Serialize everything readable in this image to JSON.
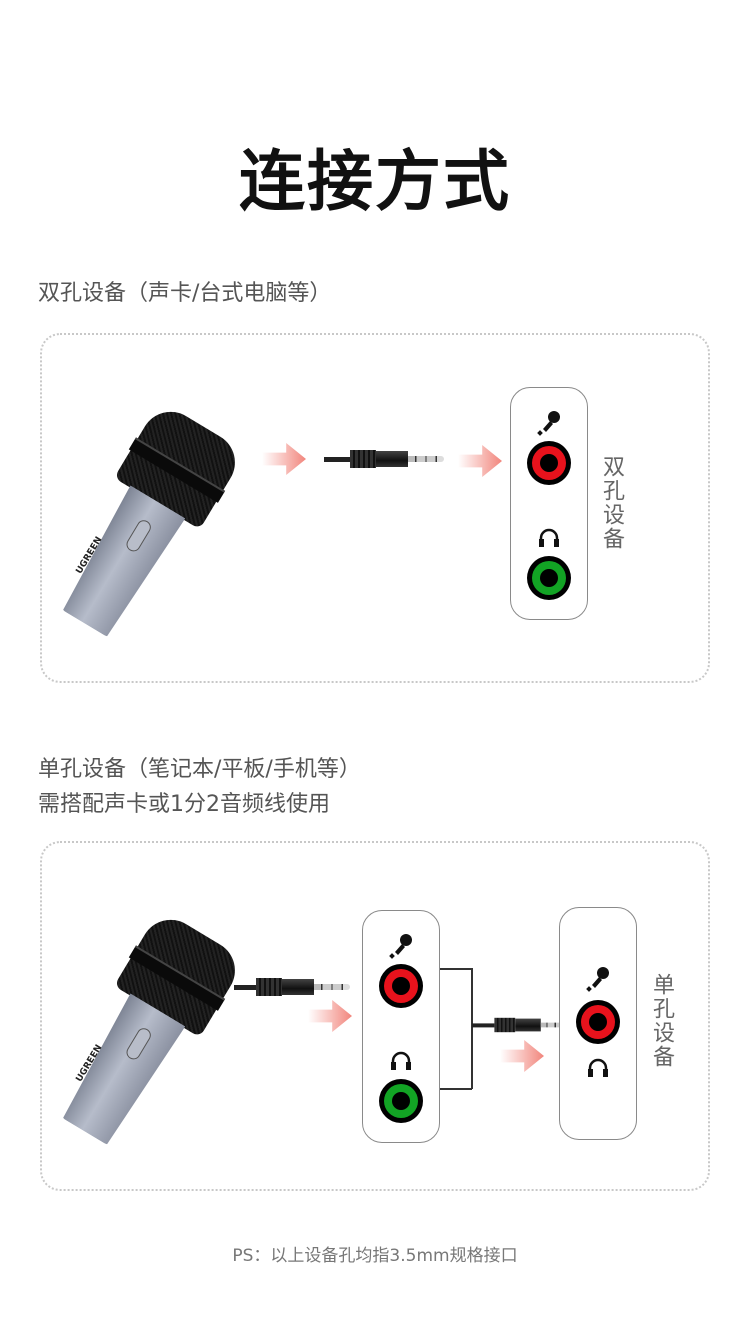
{
  "title": "连接方式",
  "section_dual": {
    "heading": "双孔设备（声卡/台式电脑等）",
    "device_label": "双孔设备",
    "brand": "UGREEN"
  },
  "section_single": {
    "heading_line1": "单孔设备（笔记本/平板/手机等）",
    "heading_line2": "需搭配声卡或1分2音频线使用",
    "device_label": "单孔设备",
    "brand": "UGREEN"
  },
  "footer": "PS：以上设备孔均指3.5mm规格接口",
  "colors": {
    "mic_jack": "#e8121c",
    "headphone_jack": "#12a324",
    "arrow": "#f0786e"
  }
}
